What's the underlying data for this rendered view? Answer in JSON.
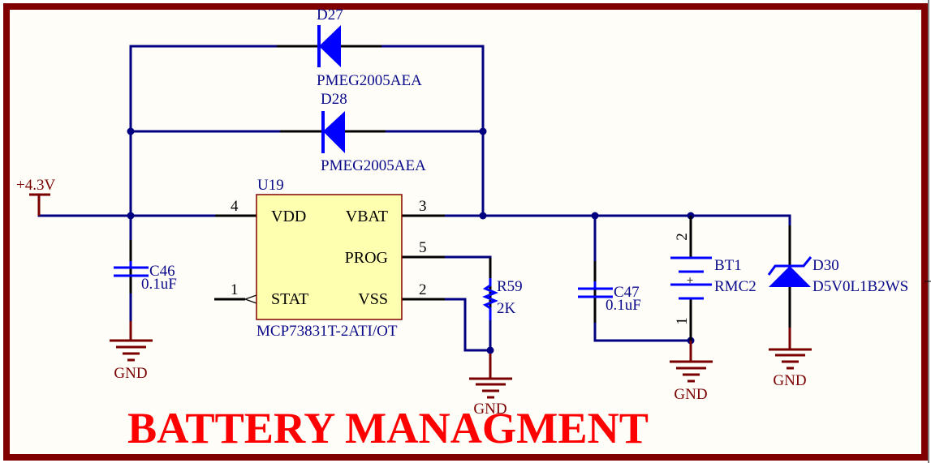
{
  "sheet": {
    "title": "BATTERY MANAGMENT",
    "colors": {
      "border": "#800000",
      "background": "#FFFDF8",
      "wire": "#000080",
      "component": "#0000FF",
      "power": "#7A0000",
      "title": "#FF0000",
      "ic_fill": "#FFFFB0"
    }
  },
  "power_ports": {
    "vin": "+4.3V",
    "gnd_c46": "GND",
    "gnd_r59": "GND",
    "gnd_bt1": "GND",
    "gnd_d30": "GND"
  },
  "components": {
    "d27": {
      "designator": "D27",
      "value": "PMEG2005AEA"
    },
    "d28": {
      "designator": "D28",
      "value": "PMEG2005AEA"
    },
    "u19": {
      "designator": "U19",
      "value": "MCP73831T-2ATI/OT",
      "pins": [
        {
          "number": "4",
          "name": "VDD"
        },
        {
          "number": "3",
          "name": "VBAT"
        },
        {
          "number": "5",
          "name": "PROG"
        },
        {
          "number": "1",
          "name": "STAT"
        },
        {
          "number": "2",
          "name": "VSS"
        }
      ]
    },
    "c46": {
      "designator": "C46",
      "value": "0.1uF"
    },
    "r59": {
      "designator": "R59",
      "value": "2K"
    },
    "c47": {
      "designator": "C47",
      "value": "0.1uF"
    },
    "bt1": {
      "designator": "BT1",
      "value": "RMC2",
      "pin_top": "2",
      "pin_bottom": "1",
      "polarity": "+"
    },
    "d30": {
      "designator": "D30",
      "value": "D5V0L1B2WS"
    }
  }
}
